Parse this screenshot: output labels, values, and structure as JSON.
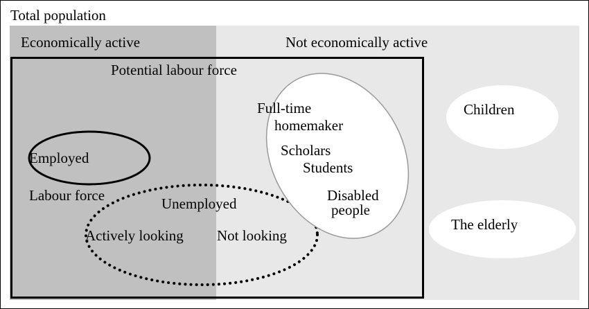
{
  "title": "Total population",
  "regions": {
    "active": "Economically active",
    "inactive": "Not economically active",
    "potential": "Potential labour force"
  },
  "labels": {
    "employed": "Employed",
    "labour_force": "Labour force",
    "unemployed": "Unemployed",
    "actively_looking": "Actively looking",
    "not_looking": "Not looking",
    "homemaker_1": "Full-time",
    "homemaker_2": "homemaker",
    "scholars": "Scholars",
    "students": "Students",
    "disabled_1": "Disabled",
    "disabled_2": "people",
    "children": "Children",
    "elderly": "The elderly"
  },
  "colors": {
    "active_fill": "#c0c0c0",
    "inactive_fill": "#e8e8e8"
  }
}
